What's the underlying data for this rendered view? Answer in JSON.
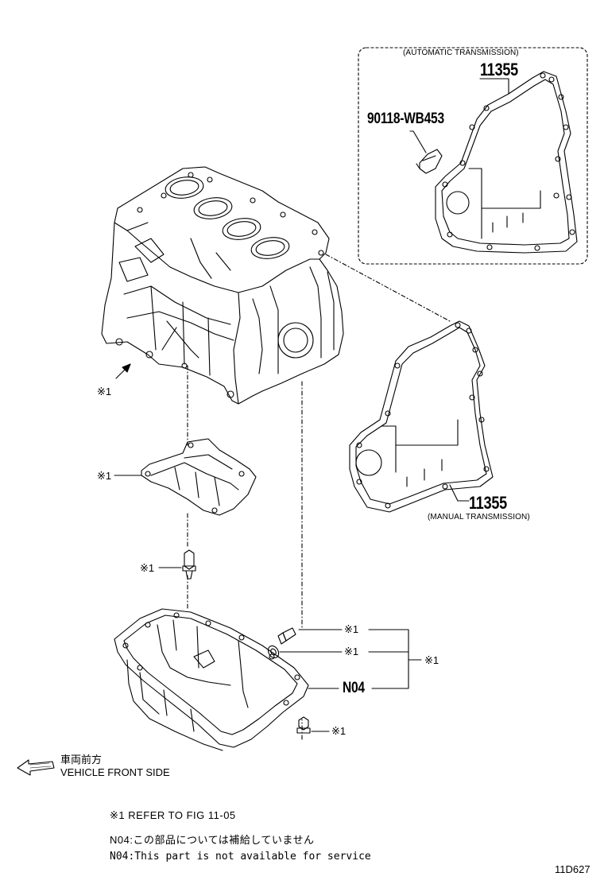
{
  "auto_box": {
    "title": "(AUTOMATIC TRANSMISSION)",
    "part_number": "11355",
    "plug_part_number": "90118-WB453"
  },
  "manual": {
    "part_number": "11355",
    "subtitle": "(MANUAL TRANSMISSION)"
  },
  "refs": {
    "block": "※1",
    "oil_pan_baffle": "※1",
    "baffle_bolt": "※1",
    "drain_plug": "※1",
    "washer": "※1",
    "group": "※1",
    "pan_bolt": "※1"
  },
  "oil_pan_label": "N04",
  "direction": {
    "jp": "車両前方",
    "en": "VEHICLE FRONT SIDE"
  },
  "footnotes": {
    "refer": "※1  REFER TO FIG 11-05",
    "n04_jp": "N04:この部品については補給していません",
    "n04_en": "N04:This part is not available for service"
  },
  "figure_id": "11D627"
}
